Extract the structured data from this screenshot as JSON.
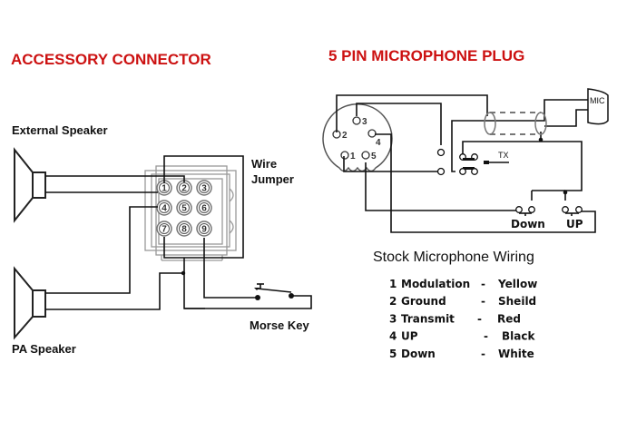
{
  "left_panel": {
    "title": "ACCESSORY CONNECTOR",
    "labels": {
      "external_speaker": "External Speaker",
      "wire_jumper_line1": "Wire",
      "wire_jumper_line2": "Jumper",
      "pa_speaker": "PA Speaker",
      "morse_key": "Morse Key"
    },
    "connector_pins": [
      "1",
      "2",
      "3",
      "4",
      "5",
      "6",
      "7",
      "8",
      "9"
    ]
  },
  "right_panel": {
    "title": "5 PIN MICROPHONE PLUG",
    "plug_pins": [
      "1",
      "2",
      "3",
      "4",
      "5"
    ],
    "labels": {
      "mic": "MIC",
      "tx": "TX",
      "down": "Down",
      "up": "UP"
    },
    "wiring_title": "Stock Microphone Wiring",
    "wiring_table": [
      {
        "pin": "1",
        "function": "Modulation",
        "dash": "-",
        "color": "Yellow"
      },
      {
        "pin": "2",
        "function": "Ground",
        "dash": "-",
        "color": "Sheild"
      },
      {
        "pin": "3",
        "function": "Transmit",
        "dash": "-",
        "color": "Red"
      },
      {
        "pin": "4",
        "function": "UP",
        "dash": "-",
        "color": "Black"
      },
      {
        "pin": "5",
        "function": "Down",
        "dash": "-",
        "color": "White"
      }
    ]
  },
  "colors": {
    "title_red": "#cc1111",
    "ink": "#111111"
  }
}
